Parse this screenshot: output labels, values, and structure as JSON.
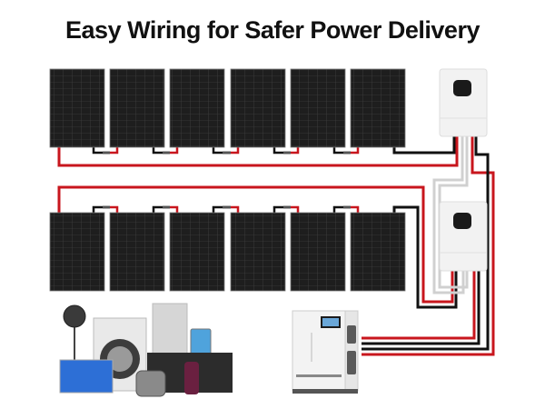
{
  "title": "Easy Wiring for Safer Power Delivery",
  "diagram": {
    "top_row_panels": 6,
    "bottom_row_panels": 6,
    "inverters": 2,
    "battery_units": 1,
    "components": {
      "panel": "solar-panel",
      "inverter": "hybrid-inverter",
      "battery": "battery-storage",
      "appliances": [
        "fan",
        "washing-machine",
        "refrigerator",
        "tablet",
        "laptop-tv",
        "pressure-cooker",
        "microwave",
        "blender"
      ]
    },
    "colors": {
      "positive_wire": "#c8161d",
      "negative_wire": "#111111",
      "ac_wire": "#d0d0d0",
      "panel": "#1c1c1c",
      "inverter_body": "#f2f2f2"
    }
  }
}
